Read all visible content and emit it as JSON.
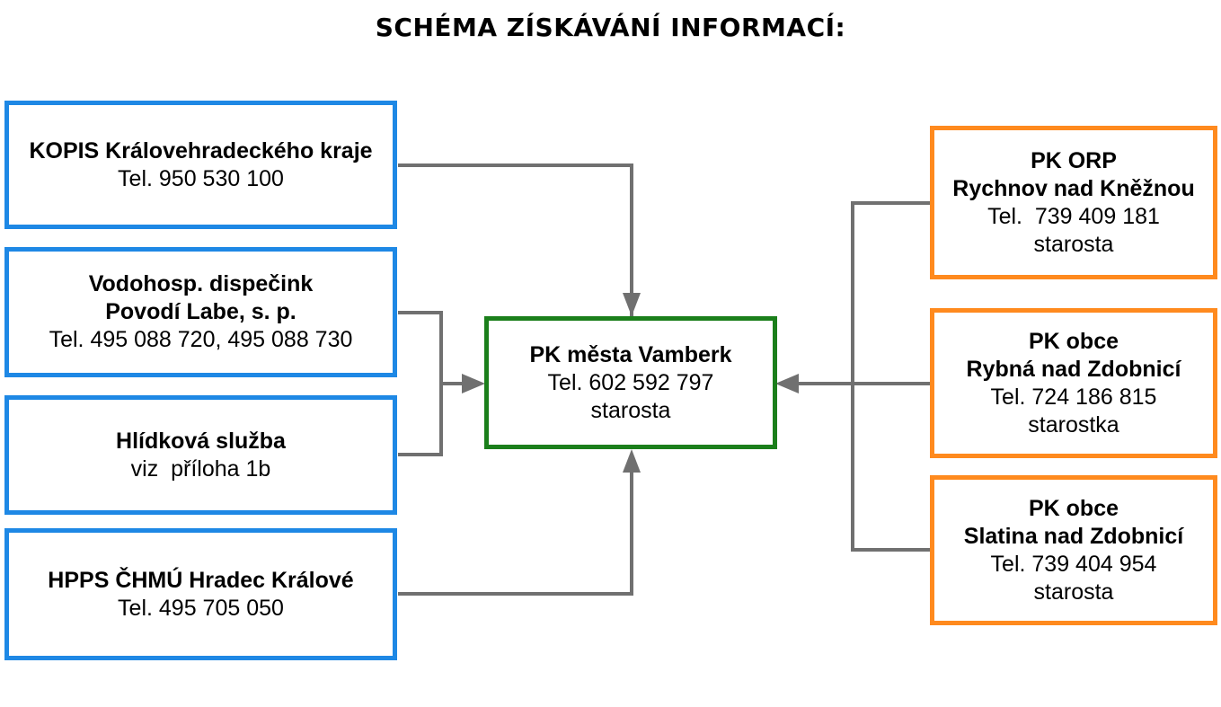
{
  "title": "SCHÉMA ZÍSKÁVÁNÍ INFORMACÍ:",
  "colors": {
    "blue": "#1e88e5",
    "green": "#1b7f1b",
    "orange": "#ff8a1e",
    "connector": "#707070"
  },
  "left_boxes": [
    {
      "name": "KOPIS Královehradeckého kraje",
      "lines": [
        "Tel. 950 530 100"
      ]
    },
    {
      "name_lines": [
        "Vodohosp. dispečink",
        "Povodí Labe, s. p."
      ],
      "lines": [
        "Tel. 495 088 720, 495 088 730"
      ]
    },
    {
      "name": "Hlídková služba",
      "lines": [
        "viz  příloha 1b"
      ]
    },
    {
      "name": "HPPS ČHMÚ Hradec Králové",
      "lines": [
        "Tel. 495 705 050"
      ]
    }
  ],
  "center_box": {
    "name": "PK města Vamberk",
    "lines": [
      "Tel. 602 592 797",
      "starosta"
    ]
  },
  "right_boxes": [
    {
      "name_lines": [
        "PK ORP",
        "Rychnov nad Kněžnou"
      ],
      "lines": [
        "Tel.  739 409 181",
        "starosta"
      ]
    },
    {
      "name_lines": [
        "PK obce",
        "Rybná nad Zdobnicí"
      ],
      "lines": [
        "Tel. 724 186 815",
        "starostka"
      ]
    },
    {
      "name_lines": [
        "PK obce",
        "Slatina nad Zdobnicí"
      ],
      "lines": [
        "Tel. 739 404 954",
        "starosta"
      ]
    }
  ]
}
